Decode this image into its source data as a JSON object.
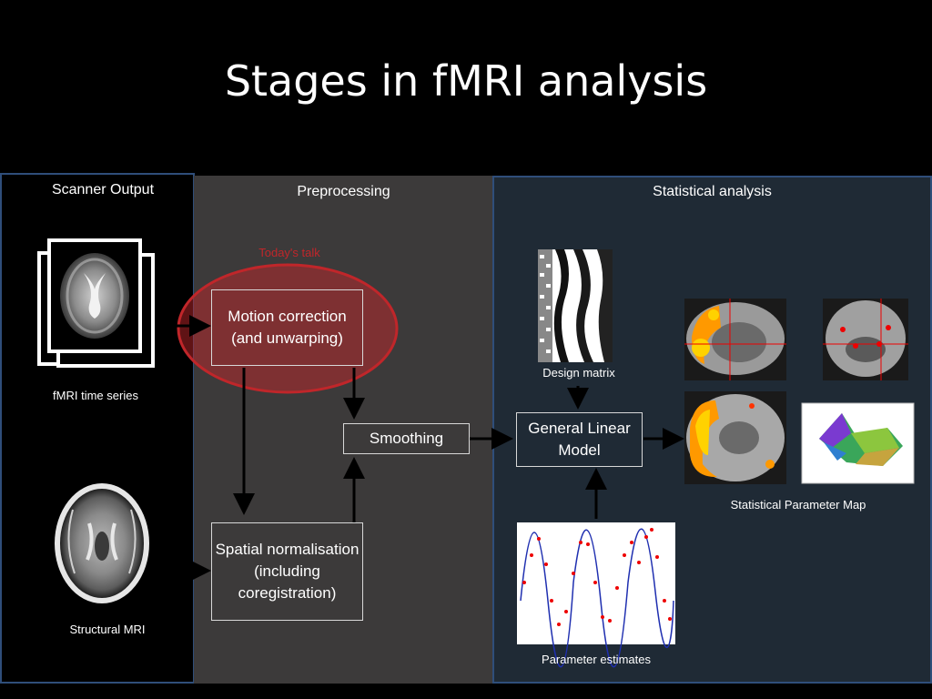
{
  "slide": {
    "title": "Stages in fMRI analysis"
  },
  "panels": {
    "scanner": "Scanner Output",
    "preprocessing": "Preprocessing",
    "statistical": "Statistical analysis"
  },
  "annotation": {
    "todays_talk": "Today's talk"
  },
  "boxes": {
    "motion": "Motion correction (and unwarping)",
    "smoothing": "Smoothing",
    "spatial": "Spatial normalisation (including coregistration)",
    "glm": "General Linear Model"
  },
  "labels": {
    "fmri_series": "fMRI time series",
    "structural": "Structural MRI",
    "design_matrix": "Design matrix",
    "spm": "Statistical Parameter Map",
    "parameter_estimates": "Parameter estimates"
  },
  "colors": {
    "panel_border": "#2f4e7a",
    "highlight": "#c0262a",
    "activation": "#ff9900"
  }
}
